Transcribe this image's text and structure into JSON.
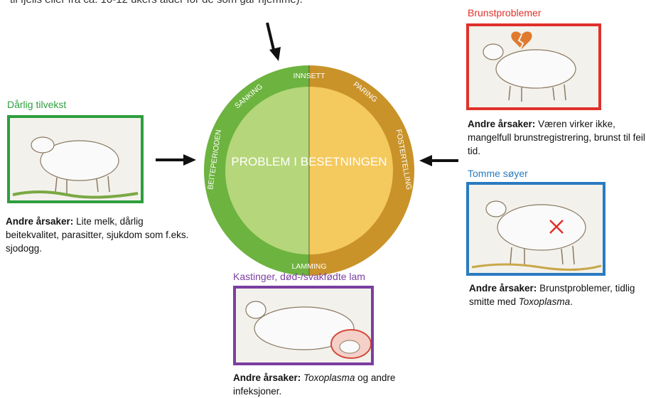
{
  "top_text": "til fjells eller fra ca. 10-12 ukers alder for de som går hjemme).",
  "cycle": {
    "center_label": "PROBLEM I BESETNINGEN",
    "segments": [
      "INNSETT",
      "PARING",
      "FOSTERTELLING",
      "LAMMING",
      "BEITEPERIODEN",
      "SANKING"
    ],
    "colors": {
      "green_outer": "#6db33f",
      "green_inner": "#b5d67a",
      "gold_outer": "#c9932a",
      "gold_inner": "#f4c95d"
    }
  },
  "cards": {
    "growth": {
      "title": "Dårlig tilvekst",
      "color": "#2e9e3e",
      "cause_label": "Andre årsaker:",
      "cause_text": " Lite melk, dårlig beitekvalitet, parasitter, sjukdom som f.eks. sjodogg."
    },
    "heat": {
      "title": "Brunstproblemer",
      "color": "#e0312b",
      "cause_label": "Andre årsaker:",
      "cause_text": " Væren virker ikke, mangelfull brunstregistrering, brunst til feil tid."
    },
    "empty": {
      "title": "Tomme søyer",
      "color": "#2a7bc0",
      "cause_label": "Andre årsaker:",
      "cause_text": " Brunstproblemer, tidlig smitte med ",
      "cause_italic": "Toxoplasma",
      "cause_end": "."
    },
    "abortion": {
      "title": "Kastinger, død-/svakfødte lam",
      "color": "#7b3fa0",
      "cause_label": "Andre årsaker:",
      "cause_italic": "Toxoplasma",
      "cause_text": " og andre infeksjoner."
    }
  }
}
